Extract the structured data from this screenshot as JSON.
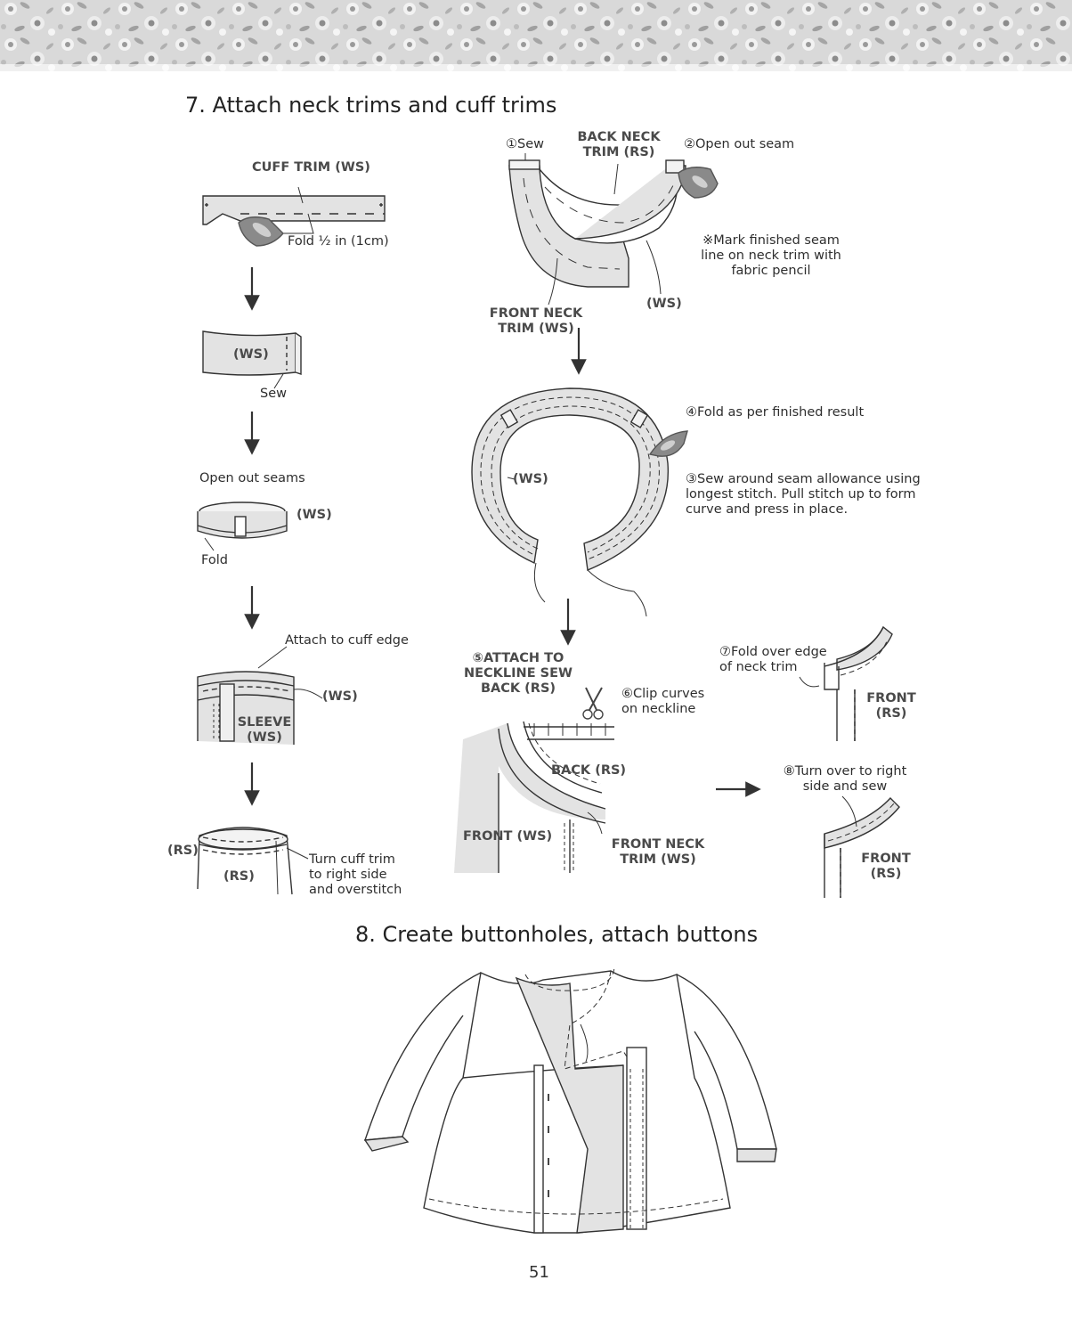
{
  "section7": {
    "title": "7. Attach neck trims and cuff trims",
    "cuff_steps": {
      "cuff_trim_label": "CUFF TRIM (WS)",
      "fold_label": "Fold ½ in (1cm)",
      "ws_label_1": "(WS)",
      "sew_label": "Sew",
      "open_seams_label": "Open out seams",
      "ws_label_2": "(WS)",
      "fold_label_2": "Fold",
      "attach_label": "Attach to cuff edge",
      "ws_label_3": "(WS)",
      "sleeve_label": "SLEEVE\n(WS)",
      "rs_label_1": "(RS)",
      "rs_label_2": "(RS)",
      "turn_label": "Turn cuff trim\nto right side\nand overstitch"
    },
    "neck_steps": {
      "step1": "①Sew",
      "back_neck_trim": "BACK NECK\nTRIM (RS)",
      "step2": "②Open out seam",
      "mark_note": "※Mark finished seam\nline on neck trim with\nfabric pencil",
      "ws_label": "(WS)",
      "front_neck_trim": "FRONT NECK\nTRIM (WS)",
      "step4": "④Fold as per finished result",
      "ws_label_2": "(WS)",
      "step3": "③Sew around seam allowance using\nlongest stitch. Pull stitch up to form\ncurve and press in place.",
      "step5": "⑤ATTACH TO\nNECKLINE SEW\nBACK (RS)",
      "step6": "⑥Clip curves\non neckline",
      "back_rs": "BACK (RS)",
      "front_ws": "FRONT (WS)",
      "front_neck_trim_2": "FRONT NECK\nTRIM (WS)",
      "step7": "⑦Fold over edge\nof neck trim",
      "front_rs_1": "FRONT\n(RS)",
      "step8": "⑧Turn over to right\nside and sew",
      "front_rs_2": "FRONT\n(RS)"
    }
  },
  "section8": {
    "title": "8. Create buttonholes, attach buttons"
  },
  "page_number": "51",
  "colors": {
    "fabric_fill": "#e3e3e3",
    "iron": "#8a8a8a",
    "line": "#333333",
    "banner": "#d6d6d6"
  },
  "icons": [
    "iron-icon",
    "scissors-icon",
    "arrow-down-icon",
    "arrow-right-icon"
  ]
}
